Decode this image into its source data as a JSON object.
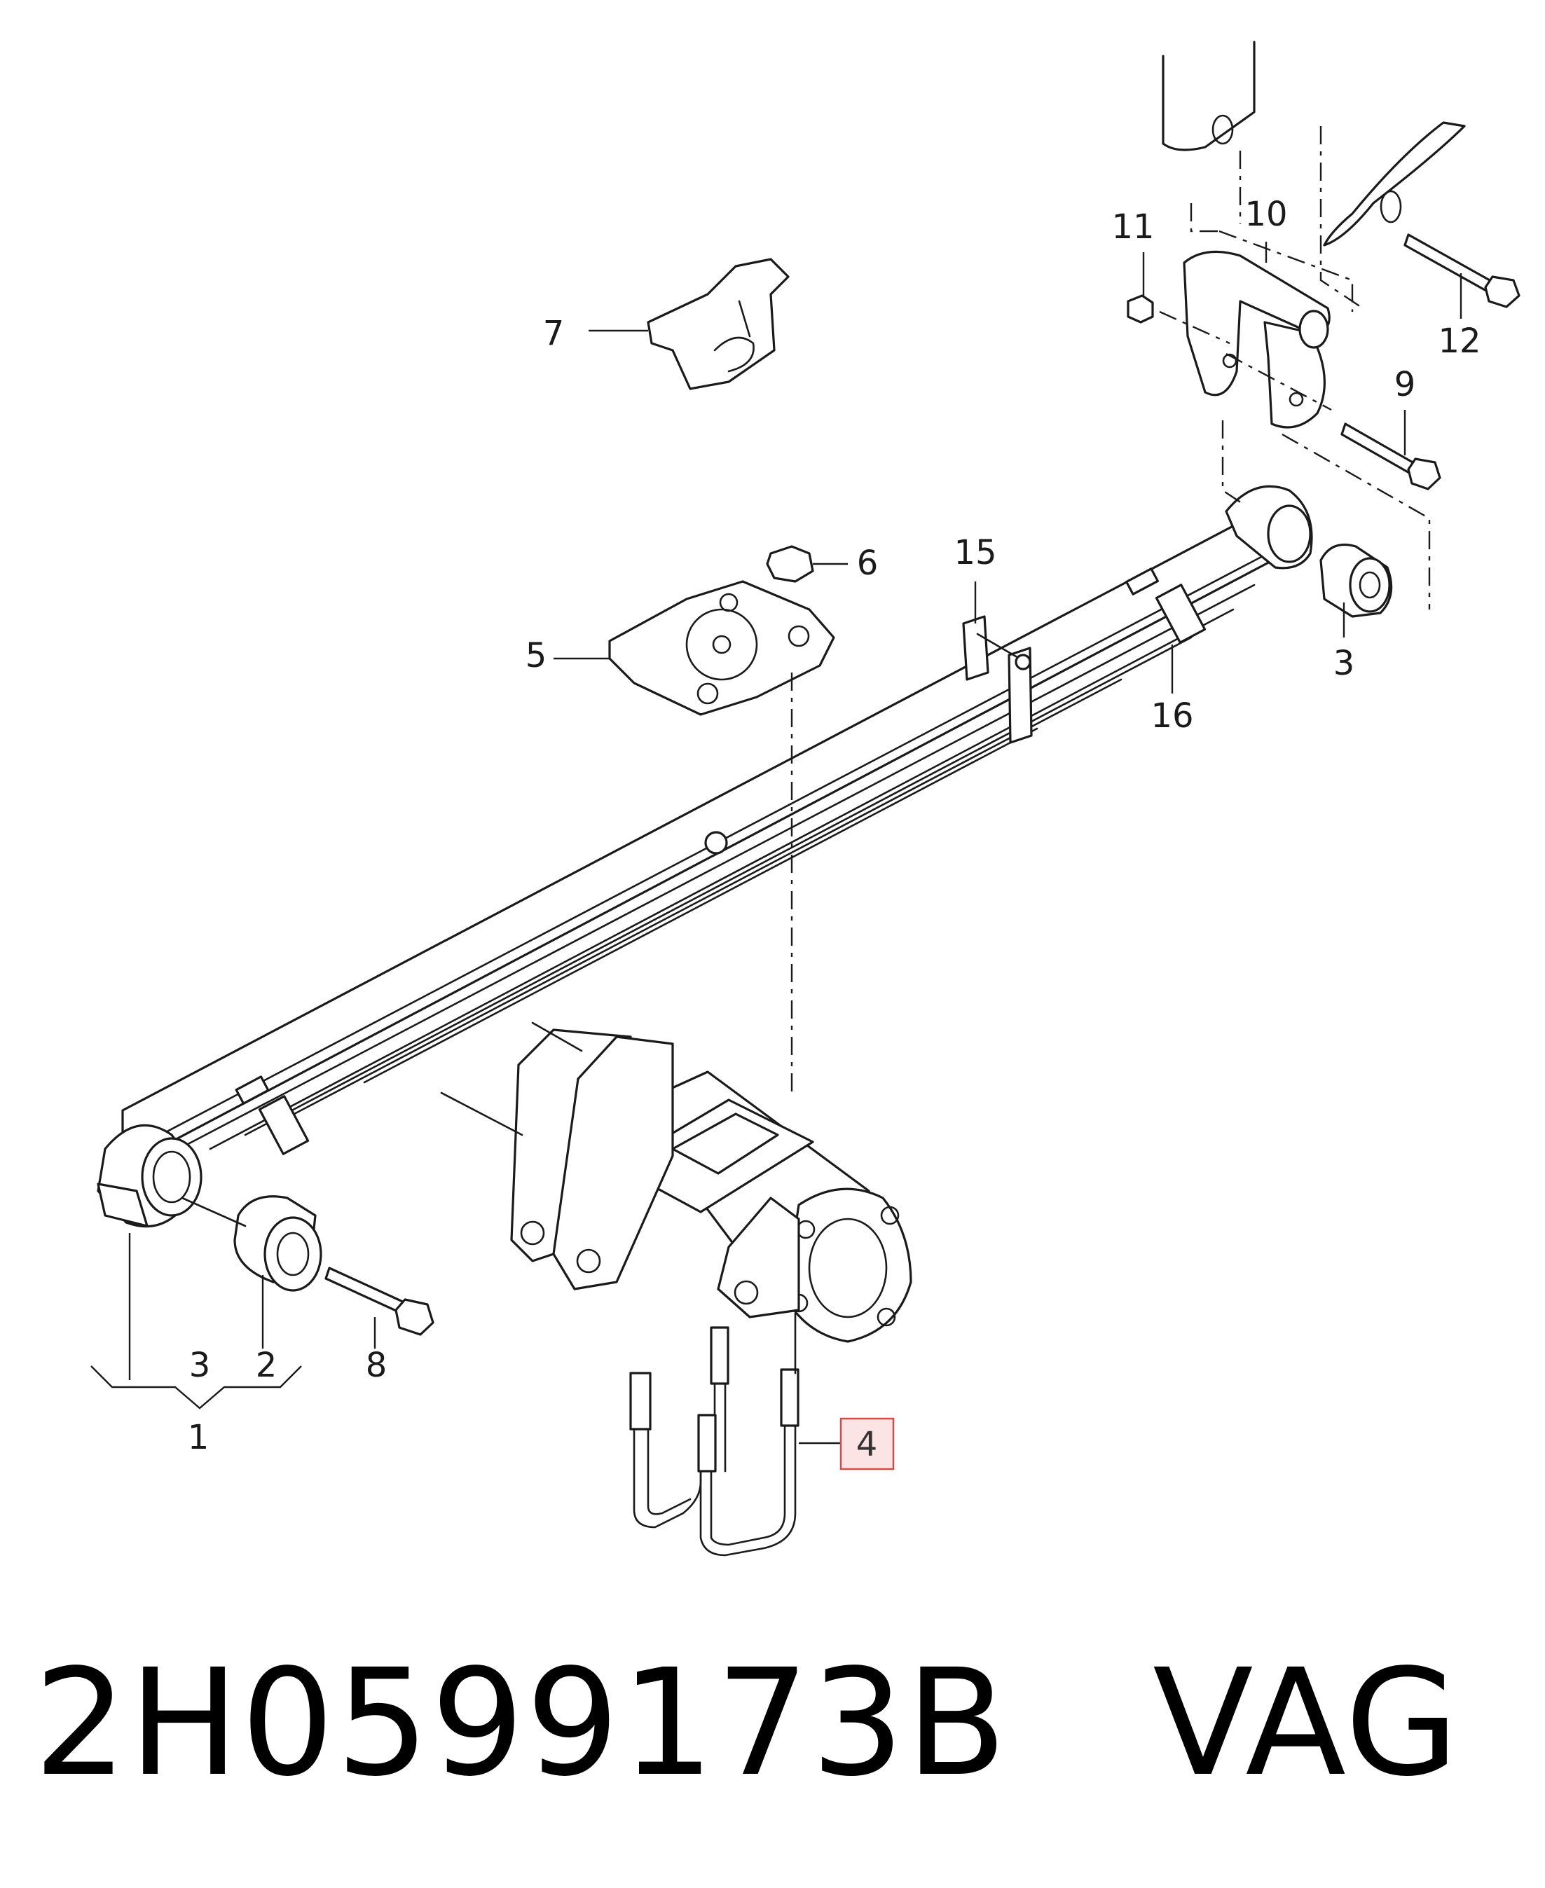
{
  "diagram": {
    "callouts": [
      {
        "id": "c7",
        "text": "7"
      },
      {
        "id": "c6",
        "text": "6"
      },
      {
        "id": "c5",
        "text": "5"
      },
      {
        "id": "c15",
        "text": "15"
      },
      {
        "id": "c16",
        "text": "16"
      },
      {
        "id": "c11",
        "text": "11"
      },
      {
        "id": "c10",
        "text": "10"
      },
      {
        "id": "c12",
        "text": "12"
      },
      {
        "id": "c9",
        "text": "9"
      },
      {
        "id": "c3r",
        "text": "3"
      },
      {
        "id": "c3l",
        "text": "3"
      },
      {
        "id": "c2",
        "text": "2"
      },
      {
        "id": "c8",
        "text": "8"
      },
      {
        "id": "c1",
        "text": "1"
      },
      {
        "id": "c4",
        "text": "4",
        "highlighted": true
      }
    ],
    "highlight_color": "#d24a4a"
  },
  "caption": {
    "part_number": "2H0599173B",
    "brand": "VAG"
  }
}
